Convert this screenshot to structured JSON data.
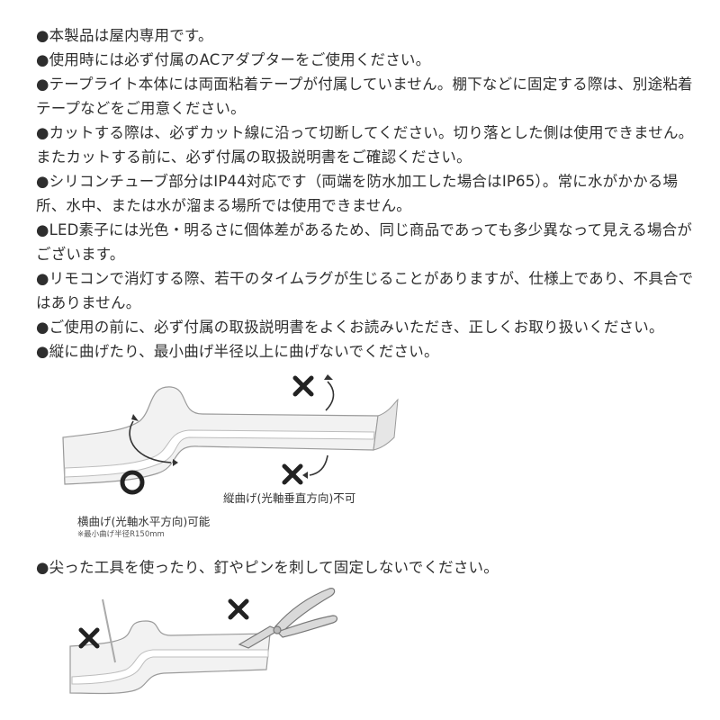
{
  "notes": [
    "●本製品は屋内専用です。",
    "●使用時には必ず付属のACアダプターをご使用ください。",
    "●テープライト本体には両面粘着テープが付属していません。棚下などに固定する際は、別途粘着テープなどをご用意ください。",
    "●カットする際は、必ずカット線に沿って切断してください。切り落とした側は使用できません。またカットする前に、必ず付属の取扱説明書をご確認ください。",
    "●シリコンチューブ部分はIP44対応です（両端を防水加工した場合はIP65）。常に水がかかる場所、水中、または水が溜まる場所では使用できません。",
    "●LED素子には光色・明るさに個体差があるため、同じ商品であっても多少異なって見える場合がございます。",
    "●リモコンで消灯する際、若干のタイムラグが生じることがありますが、仕様上であり、不具合ではありません。",
    "●ご使用の前に、必ず付属の取扱説明書をよくお読みいただき、正しくお取り扱いください。",
    "●縦に曲げたり、最小曲げ半径以上に曲げないでください。"
  ],
  "diagram_bend": {
    "vertical_label": "縦曲げ(光軸垂直方向)不可",
    "horizontal_label": "横曲げ(光軸水平方向)可能",
    "radius_note": "※最小曲げ半径R150mm"
  },
  "last_note": "●尖った工具を使ったり、釘やピンを刺して固定しないでください。"
}
